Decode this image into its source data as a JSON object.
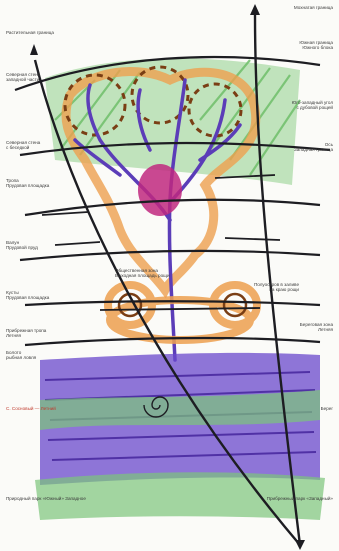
{
  "sketch": {
    "colors": {
      "green": "#7cc47a",
      "purple": "#5b3db8",
      "orange": "#eea04f",
      "magenta": "#c0287f",
      "ink": "#1d1d22",
      "blue": "#4a4ab8"
    },
    "labels": {
      "top_left": "Растительная граница",
      "top_right": "Мохнатая граница",
      "upper_right_1": "Южная граница\nЮжного блока",
      "left_1": "Северная стена\nзападной части",
      "right_1": "Юго-западный угол\nс дубовой рощей",
      "left_2": "Северная стена\nс беседкой",
      "right_2": "Ось\nЗападная граница",
      "left_3": "Тропа\nПрудовая площадка",
      "left_4": "Валун\nПрудовой пруд",
      "center_1": "Общественная зона\nВыходная площадь рощи",
      "left_5": "Кусты\nПрудовая площадка",
      "right_3": "Полуостров в заливе\nна краю рощи",
      "left_6": "Прибрежная тропа\nЛетняя",
      "right_4": "Береговая зона\nЛетняя",
      "left_7": "Болото\nрыбная ловля",
      "bottom_left_red": "С. Сосновый — Летний",
      "bottom_right_1": "Берег",
      "bottom_left_2": "Природный парк «Южный» Западное",
      "bottom_right_2": "Прибрежный парк «Западный»"
    },
    "icons": [
      "double-arrow-icon",
      "spiral-icon",
      "tree-icon"
    ]
  }
}
